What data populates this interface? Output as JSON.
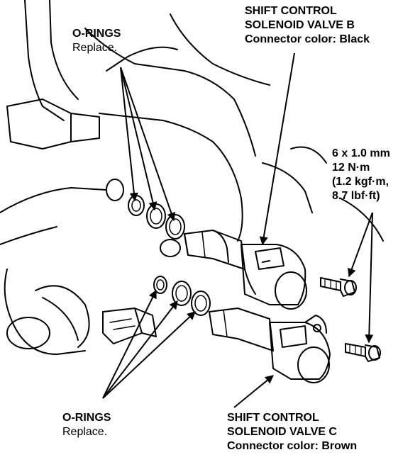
{
  "labels": {
    "valve_b": {
      "line1": "SHIFT CONTROL",
      "line2": "SOLENOID VALVE B",
      "line3": "Connector color: Black"
    },
    "orings_top": {
      "title": "O-RINGS",
      "note": "Replace."
    },
    "bolt_spec": {
      "line1": "6 x 1.0 mm",
      "line2": "12 N·m",
      "line3": "(1.2 kgf·m,",
      "line4": "8.7 lbf·ft)"
    },
    "orings_bottom": {
      "title": "O-RINGS",
      "note": "Replace."
    },
    "valve_c": {
      "line1": "SHIFT CONTROL",
      "line2": "SOLENOID VALVE C",
      "line3": "Connector color: Brown"
    }
  },
  "colors": {
    "ink": "#000000",
    "paper": "#ffffff"
  }
}
